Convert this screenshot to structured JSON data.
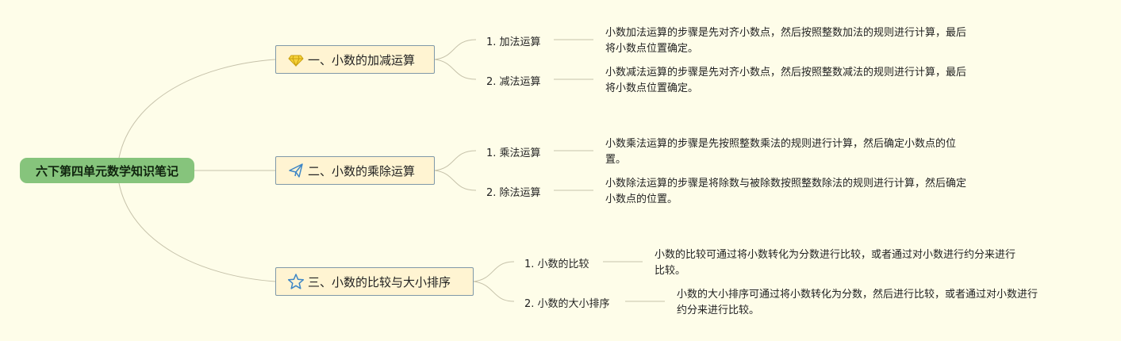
{
  "root": {
    "label": "六下第四单元数学知识笔记"
  },
  "branches": [
    {
      "label": "一、小数的加减运算",
      "icon": "diamond-icon",
      "children": [
        {
          "label": "1. 加法运算",
          "desc": [
            "小数加法运算的步骤是先对齐小数点，然后按照整数加法的规则进行计算，最后",
            "将小数点位置确定。"
          ]
        },
        {
          "label": "2. 减法运算",
          "desc": [
            "小数减法运算的步骤是先对齐小数点，然后按照整数减法的规则进行计算，最后",
            "将小数点位置确定。"
          ]
        }
      ]
    },
    {
      "label": "二、小数的乘除运算",
      "icon": "paper-plane-icon",
      "children": [
        {
          "label": "1. 乘法运算",
          "desc": [
            "小数乘法运算的步骤是先按照整数乘法的规则进行计算，然后确定小数点的位",
            "置。"
          ]
        },
        {
          "label": "2. 除法运算",
          "desc": [
            "小数除法运算的步骤是将除数与被除数按照整数除法的规则进行计算，然后确定",
            "小数点的位置。"
          ]
        }
      ]
    },
    {
      "label": "三、小数的比较与大小排序",
      "icon": "star-icon",
      "children": [
        {
          "label": "1. 小数的比较",
          "desc": [
            "小数的比较可通过将小数转化为分数进行比较，或者通过对小数进行约分来进行",
            "比较。"
          ]
        },
        {
          "label": "2. 小数的大小排序",
          "desc": [
            "小数的大小排序可通过将小数转化为分数，然后进行比较，或者通过对小数进行",
            "约分来进行比较。"
          ]
        }
      ]
    }
  ],
  "colors": {
    "background": "#fefde9",
    "root": "#86c47c",
    "branch_fill": "#fff4d2",
    "branch_border": "#7f98a7",
    "link": "#c6c2aa"
  }
}
